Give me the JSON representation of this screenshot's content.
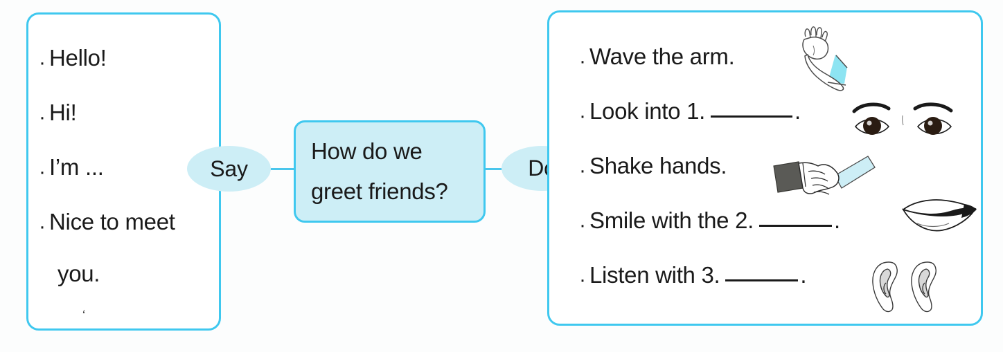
{
  "diagram": {
    "type": "mind-map",
    "center": {
      "line1": "How do we",
      "line2": "greet friends?",
      "fill_color": "#cdeef6",
      "border_color": "#3fc8ef"
    },
    "branches": [
      {
        "label": "Say",
        "position": "left"
      },
      {
        "label": "Do",
        "position": "right"
      }
    ]
  },
  "left_box": {
    "items": [
      {
        "text": "Hello!"
      },
      {
        "text": "Hi!"
      },
      {
        "text": "I’m ..."
      },
      {
        "text": "Nice to meet",
        "continuation": "you."
      }
    ],
    "stray_mark": "ʻ"
  },
  "right_box": {
    "items": [
      {
        "text_before": "Wave the arm.",
        "blank": false,
        "text_after": "",
        "icon": "waving-arm-icon"
      },
      {
        "text_before": "Look into 1.",
        "blank": true,
        "text_after": ".",
        "icon": "eyes-icon"
      },
      {
        "text_before": "Shake hands.",
        "blank": false,
        "text_after": "",
        "icon": "handshake-icon"
      },
      {
        "text_before": "Smile with the 2.",
        "blank": true,
        "text_after": ".",
        "icon": "mouth-icon"
      },
      {
        "text_before": "Listen with 3.",
        "blank": true,
        "text_after": ".",
        "icon": "ears-icon"
      }
    ]
  },
  "colors": {
    "border": "#3fc8ef",
    "accent_fill": "#cdeef6",
    "connector": "#4ac6ec",
    "text": "#1a1a1a",
    "background": "#fcfdfd",
    "sleeve_cyan": "#9fe6f2",
    "sleeve_gray": "#5a5a56"
  }
}
